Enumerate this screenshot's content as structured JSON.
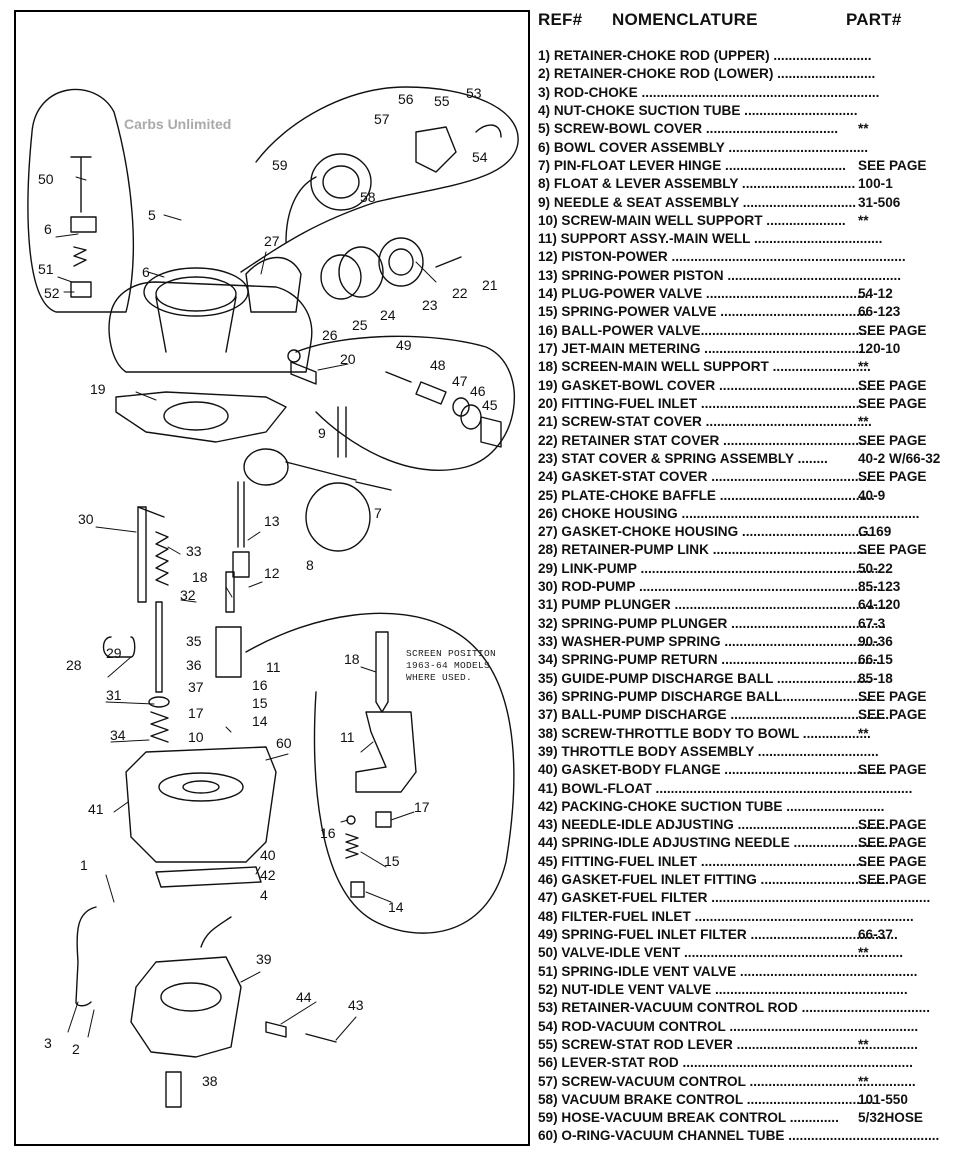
{
  "diagram": {
    "watermark": "Carbs Unlimited",
    "screen_note": "SCREEN POSITION\n1963-64 MODELS\nWHERE USED.",
    "callouts": [
      "1",
      "2",
      "3",
      "4",
      "5",
      "6",
      "6",
      "7",
      "8",
      "9",
      "10",
      "11",
      "11",
      "12",
      "13",
      "14",
      "14",
      "15",
      "15",
      "16",
      "16",
      "17",
      "17",
      "18",
      "18",
      "19",
      "20",
      "21",
      "22",
      "23",
      "24",
      "25",
      "26",
      "27",
      "28",
      "29",
      "30",
      "31",
      "32",
      "33",
      "34",
      "35",
      "36",
      "37",
      "38",
      "39",
      "40",
      "41",
      "42",
      "43",
      "44",
      "45",
      "46",
      "47",
      "48",
      "49",
      "50",
      "51",
      "52",
      "53",
      "54",
      "55",
      "56",
      "57",
      "58",
      "59",
      "60"
    ]
  },
  "table": {
    "headers": {
      "ref": "REF#",
      "nomenclature": "NOMENCLATURE",
      "part": "PART#"
    },
    "rows": [
      {
        "name": "1) RETAINER-CHOKE ROD (UPPER) ..........................",
        "part": ""
      },
      {
        "name": "2) RETAINER-CHOKE ROD (LOWER) ..........................",
        "part": ""
      },
      {
        "name": "3) ROD-CHOKE ...............................................................",
        "part": ""
      },
      {
        "name": "4) NUT-CHOKE SUCTION TUBE ..............................",
        "part": ""
      },
      {
        "name": "5) SCREW-BOWL COVER ...................................",
        "part": "**"
      },
      {
        "name": "6) BOWL COVER ASSEMBLY .....................................",
        "part": ""
      },
      {
        "name": "7) PIN-FLOAT LEVER HINGE ................................",
        "part": "SEE PAGE"
      },
      {
        "name": "8) FLOAT & LEVER ASSEMBLY ..............................",
        "part": "100-1"
      },
      {
        "name": "9) NEEDLE & SEAT ASSEMBLY ..............................",
        "part": "31-506"
      },
      {
        "name": "10) SCREW-MAIN WELL SUPPORT .....................",
        "part": "**"
      },
      {
        "name": "11) SUPPORT ASSY.-MAIN WELL ..................................",
        "part": ""
      },
      {
        "name": "12) PISTON-POWER ..............................................................",
        "part": ""
      },
      {
        "name": "13) SPRING-POWER PISTON ..............................................",
        "part": ""
      },
      {
        "name": "14) PLUG-POWER VALVE ...........................................",
        "part": "54-12"
      },
      {
        "name": "15) SPRING-POWER VALVE .......................................",
        "part": "66-123"
      },
      {
        "name": "16) BALL-POWER VALVE.............................................",
        "part": "SEE PAGE"
      },
      {
        "name": "17) JET-MAIN METERING ..........................................",
        "part": "120-10"
      },
      {
        "name": "18) SCREEN-MAIN WELL SUPPORT ..........................",
        "part": "**"
      },
      {
        "name": "19) GASKET-BOWL COVER ........................................",
        "part": "SEE PAGE"
      },
      {
        "name": "20) FITTING-FUEL INLET ...........................................",
        "part": "SEE PAGE"
      },
      {
        "name": "21) SCREW-STAT COVER ............................................",
        "part": "**"
      },
      {
        "name": "22) RETAINER STAT COVER .......................................",
        "part": "SEE PAGE"
      },
      {
        "name": "23) STAT COVER & SPRING ASSEMBLY ........",
        "part": "40-2 W/66-32"
      },
      {
        "name": "24) GASKET-STAT COVER ..........................................",
        "part": "SEE PAGE"
      },
      {
        "name": "25) PLATE-CHOKE BAFFLE .........................................",
        "part": "40-9"
      },
      {
        "name": "26) CHOKE HOUSING ...............................................................",
        "part": ""
      },
      {
        "name": "27) GASKET-CHOKE HOUSING ...................................",
        "part": "G169"
      },
      {
        "name": "28) RETAINER-PUMP LINK .........................................",
        "part": "SEE PAGE"
      },
      {
        "name": "29) LINK-PUMP ...............................................................",
        "part": "50-22"
      },
      {
        "name": "30) ROD-PUMP ................................................................",
        "part": "85-123"
      },
      {
        "name": "31) PUMP PLUNGER ........................................................",
        "part": "64-120"
      },
      {
        "name": "32) SPRING-PUMP PLUNGER .........................................",
        "part": "67-3"
      },
      {
        "name": "33) WASHER-PUMP SPRING .........................................",
        "part": "90-36"
      },
      {
        "name": "34) SPRING-PUMP RETURN ...........................................",
        "part": "66-15"
      },
      {
        "name": "35) GUIDE-PUMP DISCHARGE BALL .........................",
        "part": "85-18"
      },
      {
        "name": "36) SPRING-PUMP DISCHARGE BALL........................",
        "part": "SEE PAGE"
      },
      {
        "name": "37) BALL-PUMP DISCHARGE ...........................................",
        "part": "SEE PAGE"
      },
      {
        "name": "38) SCREW-THROTTLE BODY TO BOWL ..................",
        "part": "**"
      },
      {
        "name": "39) THROTTLE BODY ASSEMBLY ................................",
        "part": ""
      },
      {
        "name": "40) GASKET-BODY FLANGE ...........................................",
        "part": "SEE PAGE"
      },
      {
        "name": "41) BOWL-FLOAT ....................................................................",
        "part": ""
      },
      {
        "name": "42) PACKING-CHOKE SUCTION TUBE ..........................",
        "part": ""
      },
      {
        "name": "43) NEEDLE-IDLE ADJUSTING .........................................",
        "part": "SEE PAGE"
      },
      {
        "name": "44) SPRING-IDLE ADJUSTING NEEDLE ...........................",
        "part": "SEE PAGE"
      },
      {
        "name": "45) FITTING-FUEL INLET .............................................",
        "part": "SEE PAGE"
      },
      {
        "name": "46) GASKET-FUEL INLET FITTING ...................................",
        "part": "SEE PAGE"
      },
      {
        "name": "47) GASKET-FUEL FILTER ..........................................................",
        "part": ""
      },
      {
        "name": "48) FILTER-FUEL INLET ..........................................................",
        "part": ""
      },
      {
        "name": "49) SPRING-FUEL INLET FILTER .......................................",
        "part": "66-37"
      },
      {
        "name": "50) VALVE-IDLE VENT ..........................................................",
        "part": "**"
      },
      {
        "name": "51) SPRING-IDLE VENT VALVE ...............................................",
        "part": ""
      },
      {
        "name": "52) NUT-IDLE VENT VALVE ...................................................",
        "part": ""
      },
      {
        "name": "53) RETAINER-VACUUM CONTROL ROD ..................................",
        "part": ""
      },
      {
        "name": "54) ROD-VACUUM CONTROL ..................................................",
        "part": ""
      },
      {
        "name": "55) SCREW-STAT ROD LEVER ................................................",
        "part": "**"
      },
      {
        "name": "56) LEVER-STAT ROD .............................................................",
        "part": ""
      },
      {
        "name": "57) SCREW-VACUUM CONTROL ............................................",
        "part": "**"
      },
      {
        "name": "58) VACUUM BRAKE CONTROL ..................................",
        "part": "101-550"
      },
      {
        "name": "59) HOSE-VACUUM BREAK CONTROL .............",
        "part": "5/32HOSE"
      },
      {
        "name": "60) O-RING-VACUUM CHANNEL TUBE ........................................",
        "part": ""
      }
    ]
  }
}
